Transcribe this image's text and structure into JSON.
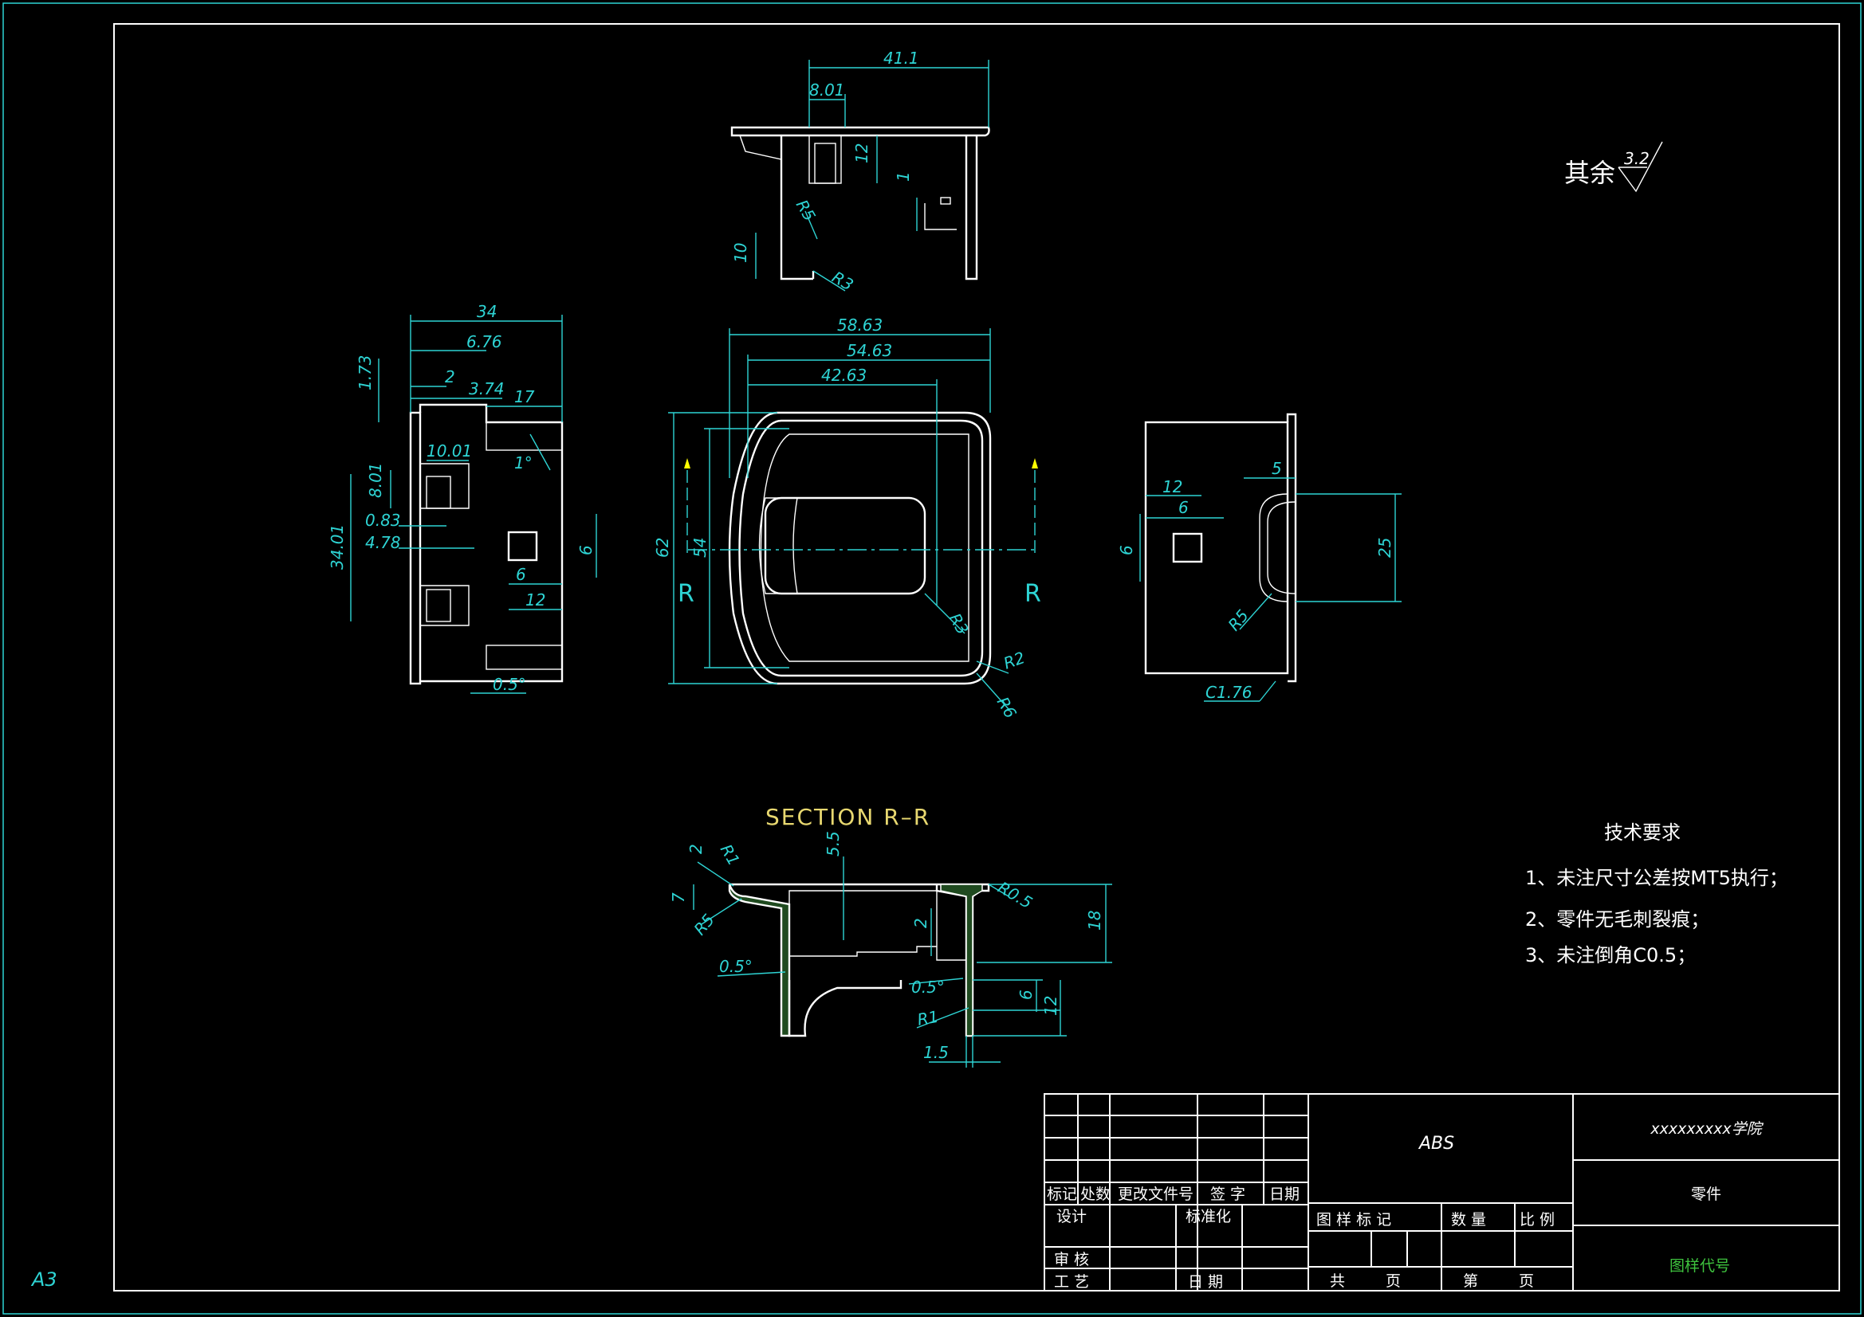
{
  "sheet": {
    "size_label": "A3"
  },
  "roughness": {
    "prefix": "其余",
    "value": "3.2"
  },
  "views": {
    "top": {
      "dims": [
        "41.1",
        "8.01",
        "12",
        "1",
        "R5",
        "10",
        "R3"
      ]
    },
    "left": {
      "dims": [
        "34",
        "6.76",
        "1.73",
        "2",
        "3.74",
        "17",
        "1°",
        "10.01",
        "8.01",
        "0.83",
        "4.78",
        "34.01",
        "6",
        "6",
        "12",
        "0.5°"
      ]
    },
    "front": {
      "dims": [
        "58.63",
        "54.63",
        "42.63",
        "62",
        "54",
        "R3",
        "R2",
        "R6"
      ],
      "section_letters": [
        "R",
        "R"
      ]
    },
    "right": {
      "dims": [
        "5",
        "12",
        "6",
        "6",
        "25",
        "R5",
        "C1.76"
      ]
    },
    "section": {
      "title": "SECTION R–R",
      "dims": [
        "2",
        "R1",
        "5.5",
        "7",
        "R5",
        "R0.5",
        "18",
        "2",
        "0.5°",
        "0.5°",
        "6",
        "12",
        "R1",
        "1.5"
      ]
    }
  },
  "tech_requirements": {
    "title": "技术要求",
    "items": [
      "1、未注尺寸公差按MT5执行；",
      "2、零件无毛刺裂痕；",
      "3、未注倒角C0.5；"
    ]
  },
  "title_block": {
    "material": "ABS",
    "school": "xxxxxxxxx学院",
    "part_name": "零件",
    "drawing_code": "图样代号",
    "revision_headers": [
      "标记",
      "处数",
      "更改文件号",
      "签 字",
      "日期"
    ],
    "design": "设计",
    "standardize": "标准化",
    "review": "审 核",
    "process": "工 艺",
    "date": "日 期",
    "sample_mark": "图 样 标 记",
    "quantity": "数 量",
    "scale": "比 例",
    "total": "共",
    "page": "页",
    "sheet_no": "第",
    "page2": "页"
  }
}
